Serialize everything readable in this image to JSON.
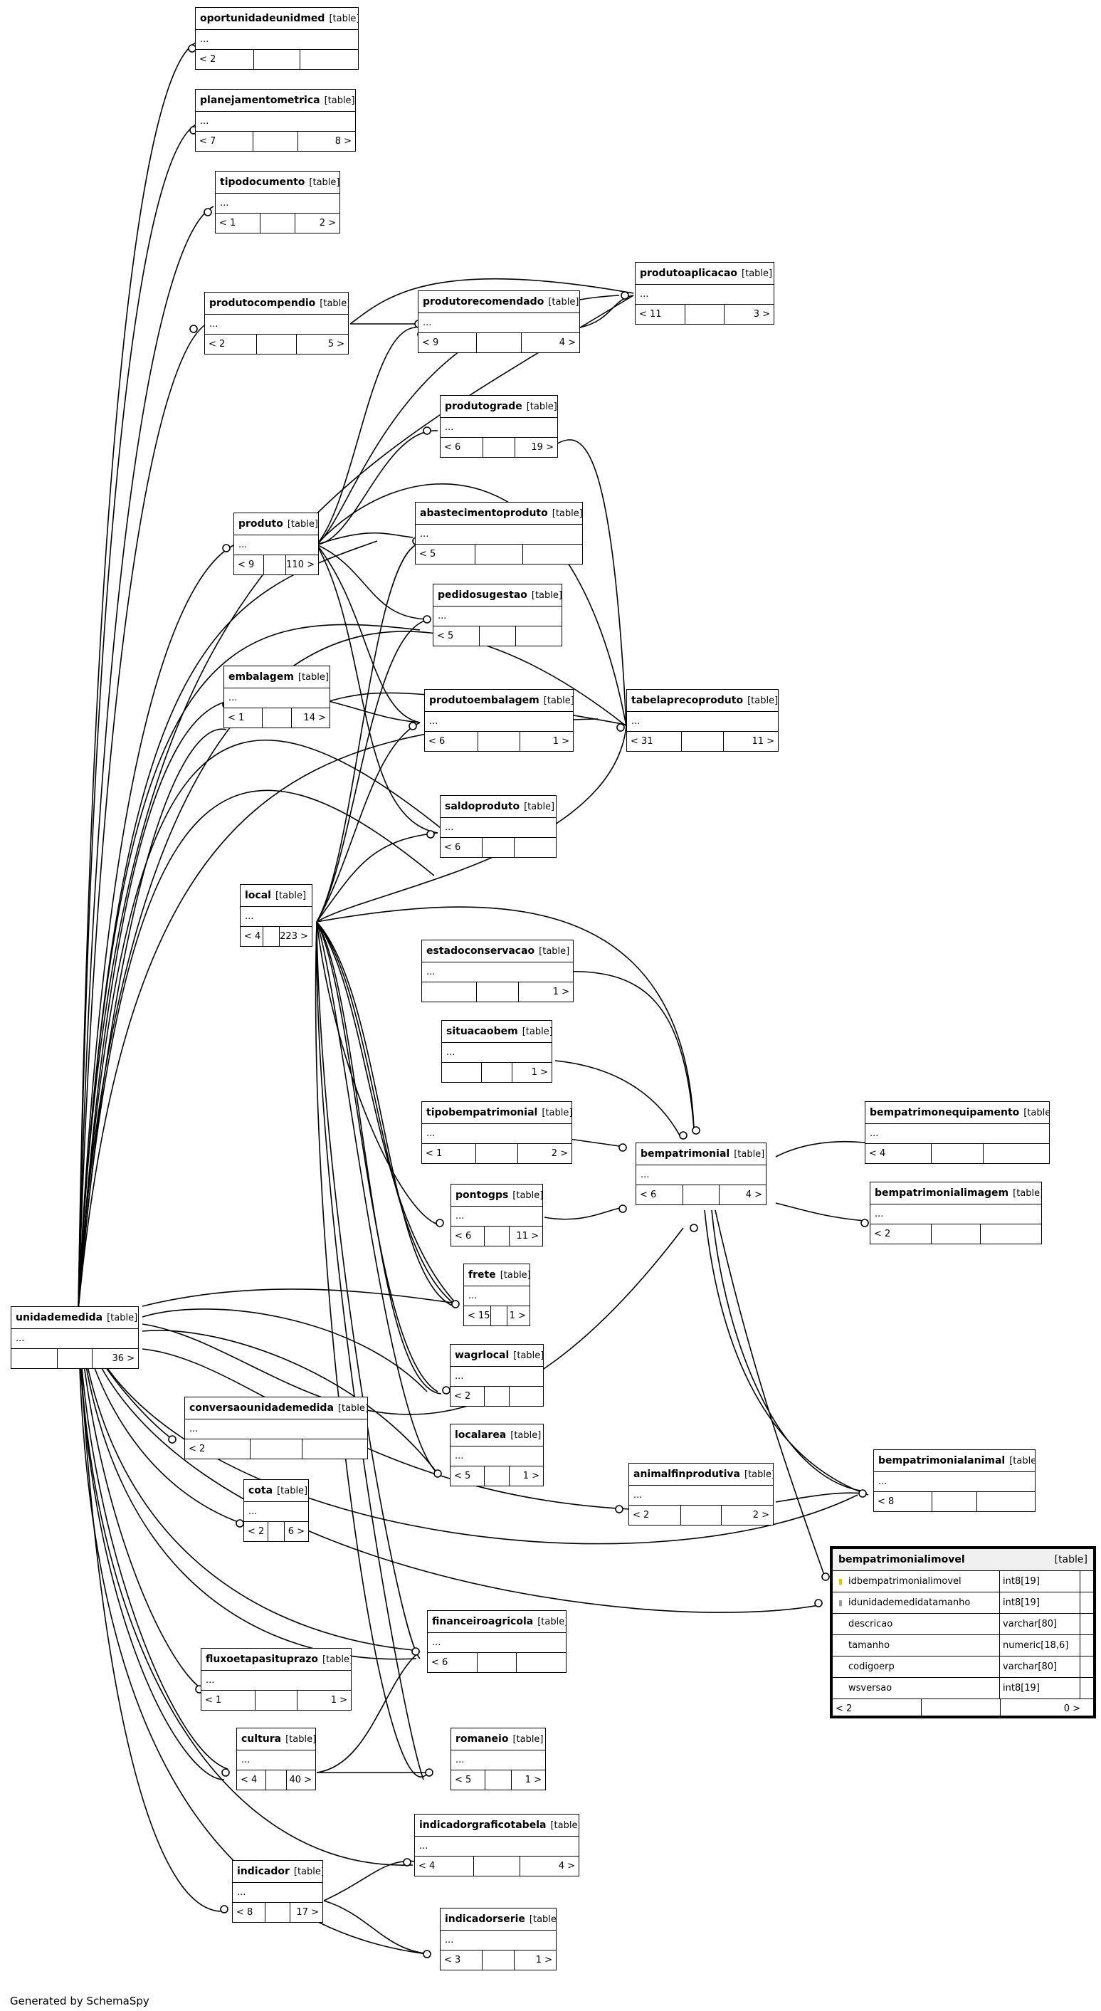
{
  "footer": "Generated by SchemaSpy",
  "tables": [
    {
      "name": "oportunidadeunidmed",
      "type": "[table]",
      "dots": "...",
      "left": "< 2",
      "right": ""
    },
    {
      "name": "planejamentometrica",
      "type": "[table]",
      "dots": "...",
      "left": "< 7",
      "right": "8 >"
    },
    {
      "name": "tipodocumento",
      "type": "[table]",
      "dots": "...",
      "left": "< 1",
      "right": "2 >"
    },
    {
      "name": "produtocompendio",
      "type": "[table]",
      "dots": "...",
      "left": "< 2",
      "right": "5 >"
    },
    {
      "name": "produtorecomendado",
      "type": "[table]",
      "dots": "...",
      "left": "< 9",
      "right": "4 >"
    },
    {
      "name": "produtoaplicacao",
      "type": "[table]",
      "dots": "...",
      "left": "< 11",
      "right": "3 >"
    },
    {
      "name": "produtograde",
      "type": "[table]",
      "dots": "...",
      "left": "< 6",
      "right": "19 >"
    },
    {
      "name": "produto",
      "type": "[table]",
      "dots": "...",
      "left": "< 9",
      "right": "110 >"
    },
    {
      "name": "abastecimentoproduto",
      "type": "[table]",
      "dots": "...",
      "left": "< 5",
      "right": ""
    },
    {
      "name": "pedidosugestao",
      "type": "[table]",
      "dots": "...",
      "left": "< 5",
      "right": ""
    },
    {
      "name": "embalagem",
      "type": "[table]",
      "dots": "...",
      "left": "< 1",
      "right": "14 >"
    },
    {
      "name": "produtoembalagem",
      "type": "[table]",
      "dots": "...",
      "left": "< 6",
      "right": "1 >"
    },
    {
      "name": "tabelaprecoproduto",
      "type": "[table]",
      "dots": "...",
      "left": "< 31",
      "right": "11 >"
    },
    {
      "name": "saldoproduto",
      "type": "[table]",
      "dots": "...",
      "left": "< 6",
      "right": ""
    },
    {
      "name": "local",
      "type": "[table]",
      "dots": "...",
      "left": "< 4",
      "right": "223 >"
    },
    {
      "name": "estadoconservacao",
      "type": "[table]",
      "dots": "...",
      "left": "",
      "right": "1 >"
    },
    {
      "name": "situacaobem",
      "type": "[table]",
      "dots": "...",
      "left": "",
      "right": "1 >"
    },
    {
      "name": "tipobempatrimonial",
      "type": "[table]",
      "dots": "...",
      "left": "< 1",
      "right": "2 >"
    },
    {
      "name": "bempatrimonial",
      "type": "[table]",
      "dots": "...",
      "left": "< 6",
      "right": "4 >"
    },
    {
      "name": "bempatrimonequipamento",
      "type": "[table]",
      "dots": "...",
      "left": "< 4",
      "right": ""
    },
    {
      "name": "pontogps",
      "type": "[table]",
      "dots": "...",
      "left": "< 6",
      "right": "11 >"
    },
    {
      "name": "bempatrimonialimagem",
      "type": "[table]",
      "dots": "...",
      "left": "< 2",
      "right": ""
    },
    {
      "name": "frete",
      "type": "[table]",
      "dots": "...",
      "left": "< 15",
      "right": "1 >"
    },
    {
      "name": "unidademedida",
      "type": "[table]",
      "dots": "...",
      "left": "",
      "right": "36 >"
    },
    {
      "name": "wagrlocal",
      "type": "[table]",
      "dots": "...",
      "left": "< 2",
      "right": ""
    },
    {
      "name": "conversaounidademedida",
      "type": "[table]",
      "dots": "...",
      "left": "< 2",
      "right": ""
    },
    {
      "name": "localarea",
      "type": "[table]",
      "dots": "...",
      "left": "< 5",
      "right": "1 >"
    },
    {
      "name": "cota",
      "type": "[table]",
      "dots": "...",
      "left": "< 2",
      "right": "6 >"
    },
    {
      "name": "animalfinprodutiva",
      "type": "[table]",
      "dots": "...",
      "left": "< 2",
      "right": "2 >"
    },
    {
      "name": "bempatrimonialanimal",
      "type": "[table]",
      "dots": "...",
      "left": "< 8",
      "right": ""
    },
    {
      "name": "financeiroagricola",
      "type": "[table]",
      "dots": "...",
      "left": "< 6",
      "right": ""
    },
    {
      "name": "fluxoetapasituprazo",
      "type": "[table]",
      "dots": "...",
      "left": "< 1",
      "right": "1 >"
    },
    {
      "name": "cultura",
      "type": "[table]",
      "dots": "...",
      "left": "< 4",
      "right": "40 >"
    },
    {
      "name": "romaneio",
      "type": "[table]",
      "dots": "...",
      "left": "< 5",
      "right": "1 >"
    },
    {
      "name": "indicadorgraficotabela",
      "type": "[table]",
      "dots": "...",
      "left": "< 4",
      "right": "4 >"
    },
    {
      "name": "indicador",
      "type": "[table]",
      "dots": "...",
      "left": "< 8",
      "right": "17 >"
    },
    {
      "name": "indicadorserie",
      "type": "[table]",
      "dots": "...",
      "left": "< 3",
      "right": "1 >"
    }
  ],
  "focus": {
    "name": "bempatrimonialimovel",
    "type": "[table]",
    "columns": [
      {
        "name": "idbempatrimonialimovel",
        "type": "int8[19]",
        "key": "primary"
      },
      {
        "name": "idunidademedidatamanho",
        "type": "int8[19]",
        "key": "foreign"
      },
      {
        "name": "descricao",
        "type": "varchar[80]",
        "key": ""
      },
      {
        "name": "tamanho",
        "type": "numeric[18,6]",
        "key": ""
      },
      {
        "name": "codigoerp",
        "type": "varchar[80]",
        "key": ""
      },
      {
        "name": "wsversao",
        "type": "int8[19]",
        "key": ""
      }
    ],
    "left": "< 2",
    "right": "0 >"
  },
  "colors": {
    "line": "#000000",
    "header_bg": "#f0f0f0",
    "primary_key": "#e8c200",
    "foreign_key": "#9a9a9a"
  }
}
